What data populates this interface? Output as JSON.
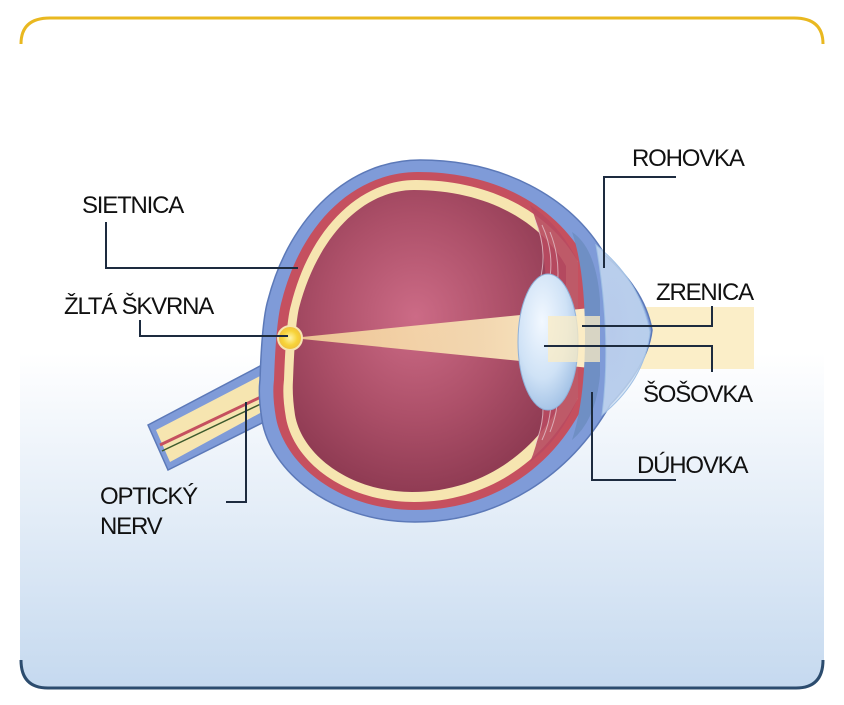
{
  "labels": {
    "sietnica": "SIETNICA",
    "zlta_skvrna": "ŽLTÁ ŠKVRNA",
    "opticky_nerv_line1": "OPTICKÝ",
    "opticky_nerv_line2": "NERV",
    "rohovka": "ROHOVKA",
    "zrenica": "ZRENICA",
    "sosovka": "ŠOŠOVKA",
    "duhovka": "DÚHOVKA"
  },
  "colors": {
    "frame_top": "#e9b820",
    "frame_bottom": "#2c4c6e",
    "sclera_blue": "#7f9bd8",
    "choroid_red": "#c5505f",
    "retina_cream": "#f6e5b0",
    "vitreous": "#a54c63",
    "light_beam": "#fcefc6",
    "macula_yellow": "#f7d43a",
    "lens_blue": "#c6dcf3"
  }
}
